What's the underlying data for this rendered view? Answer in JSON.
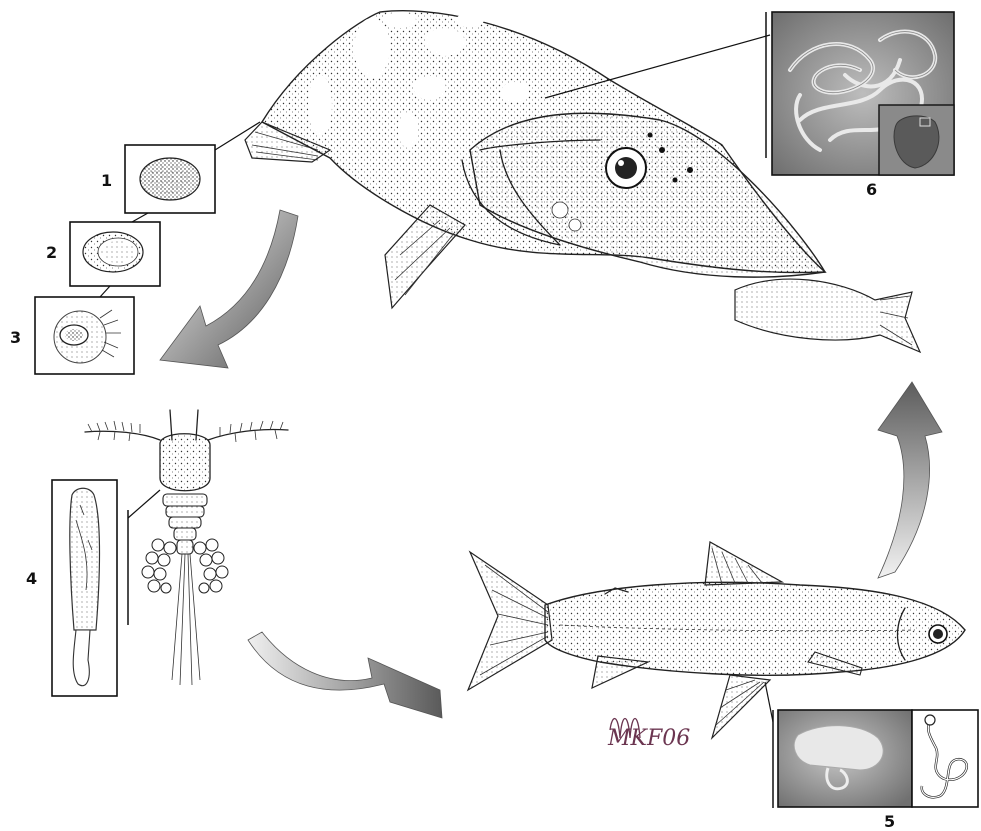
{
  "labels": {
    "l1": "1",
    "l2": "2",
    "l3": "3",
    "l4": "4",
    "l5": "5",
    "l6": "6"
  },
  "signature": "MKF06",
  "colors": {
    "arrow_light": "#f2f2f2",
    "arrow_dark": "#5a5a5a",
    "ink": "#222222",
    "photo_dark": "#6e6e6e",
    "photo_light": "#bdbdbd",
    "signature": "#6b3550"
  }
}
